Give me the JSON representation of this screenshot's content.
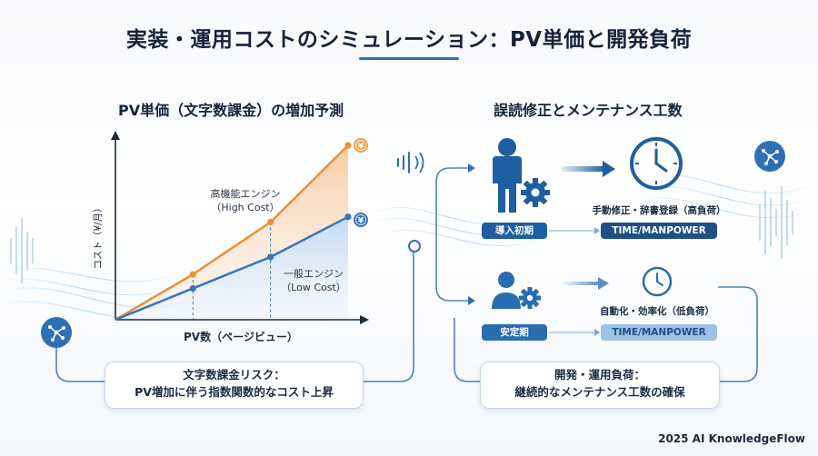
{
  "header": {
    "title": "実装・運用コストのシミュレーション：PV単価と開発負荷"
  },
  "left_panel": {
    "title": "PV単価（文字数課金）の増加予測",
    "callout_line1": "文字数課金リスク：",
    "callout_line2": "PV増加に伴う指数関数的なコスト上昇"
  },
  "chart_data": {
    "type": "line",
    "title": "PV単価（文字数課金）の増加予測",
    "xlabel": "PV数（ページビュー）",
    "ylabel": "コスト（¥/月）",
    "series": [
      {
        "name": "高機能エンジン（High Cost）",
        "color": "#e8913a",
        "values": [
          0,
          0.26,
          0.56,
          1.0
        ]
      },
      {
        "name": "一般エンジン（Low Cost）",
        "color": "#3a74b8",
        "values": [
          0,
          0.18,
          0.36,
          0.59
        ]
      }
    ],
    "annotations": {
      "high_label_1": "高機能エンジン",
      "high_label_2": "（High Cost）",
      "low_label_1": "一般エンジン",
      "low_label_2": "（Low Cost）",
      "currency_symbol": "¥"
    }
  },
  "right_panel": {
    "title": "誤読修正とメンテナンス工数",
    "stage1": {
      "label": "導入初期",
      "note": "手動修正・辞書登録（高負荷）",
      "metric": "TIME/MANPOWER"
    },
    "stage2": {
      "label": "安定期",
      "note": "自動化・効率化（低負荷）",
      "metric": "TIME/MANPOWER"
    },
    "callout_line1": "開発・運用負荷：",
    "callout_line2": "継続的なメンテナンス工数の確保"
  },
  "footer": {
    "text": "2025 AI KnowledgeFlow"
  },
  "colors": {
    "accent_blue": "#2f6fb3",
    "dark_blue": "#1e4f86",
    "orange": "#e8913a",
    "light_blue": "#dde9f6"
  },
  "icons": [
    "network-icon",
    "person-gear-icon",
    "clock-icon",
    "arrow-right-icon",
    "yen-coin-icon",
    "sound-wave-icon"
  ]
}
